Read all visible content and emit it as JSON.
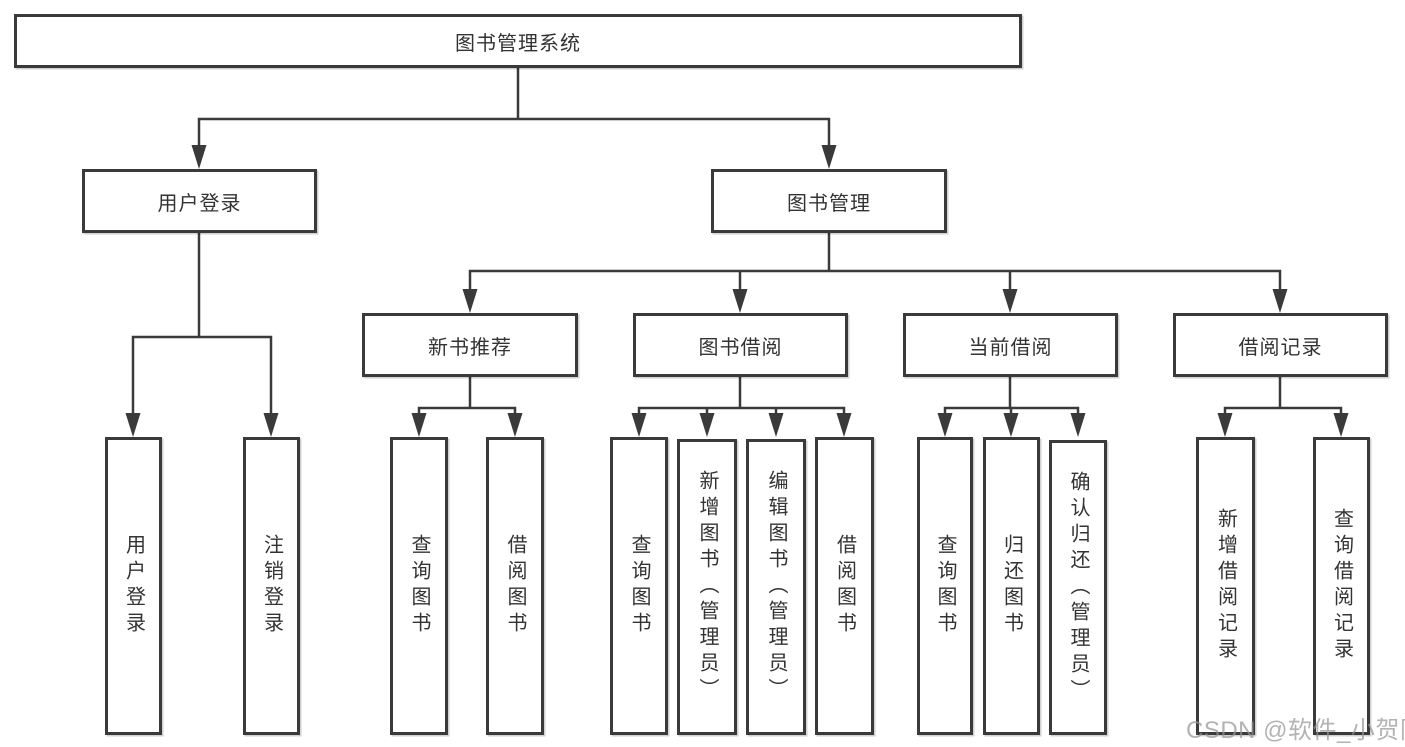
{
  "diagram": {
    "root": {
      "label": "图书管理系统"
    },
    "level2": [
      {
        "id": "user-login",
        "label": "用户登录"
      },
      {
        "id": "book-management",
        "label": "图书管理"
      }
    ],
    "level3": [
      {
        "id": "new-book-recommend",
        "label": "新书推荐",
        "parent": "图书管理"
      },
      {
        "id": "book-borrowing",
        "label": "图书借阅",
        "parent": "图书管理"
      },
      {
        "id": "current-borrowing",
        "label": "当前借阅",
        "parent": "图书管理"
      },
      {
        "id": "borrow-records",
        "label": "借阅记录",
        "parent": "图书管理"
      }
    ],
    "leaves": [
      {
        "id": "leaf-user-login",
        "label": "用户登录",
        "parent": "用户登录"
      },
      {
        "id": "leaf-logout",
        "label": "注销登录",
        "parent": "用户登录"
      },
      {
        "id": "leaf-query-books-recommend",
        "label": "查询图书",
        "parent": "新书推荐"
      },
      {
        "id": "leaf-borrow-books-recommend",
        "label": "借阅图书",
        "parent": "新书推荐"
      },
      {
        "id": "leaf-query-books-borrowing",
        "label": "查询图书",
        "parent": "图书借阅"
      },
      {
        "id": "leaf-add-book-admin",
        "label": "新增图书（管理员）",
        "parent": "图书借阅"
      },
      {
        "id": "leaf-edit-book-admin",
        "label": "编辑图书（管理员）",
        "parent": "图书借阅"
      },
      {
        "id": "leaf-borrow-books-borrowing",
        "label": "借阅图书",
        "parent": "图书借阅"
      },
      {
        "id": "leaf-query-books-current",
        "label": "查询图书",
        "parent": "当前借阅"
      },
      {
        "id": "leaf-return-books",
        "label": "归还图书",
        "parent": "当前借阅"
      },
      {
        "id": "leaf-confirm-return-admin",
        "label": "确认归还（管理员）",
        "parent": "当前借阅"
      },
      {
        "id": "leaf-add-borrow-record",
        "label": "新增借阅记录",
        "parent": "借阅记录"
      },
      {
        "id": "leaf-query-borrow-record",
        "label": "查询借阅记录",
        "parent": "借阅记录"
      }
    ],
    "watermark": {
      "text": "CSDN @软件_小贺同学"
    },
    "colors": {
      "line": "#3a3a3a",
      "text": "#333333",
      "background": "#ffffff",
      "watermark": "#969696"
    }
  }
}
